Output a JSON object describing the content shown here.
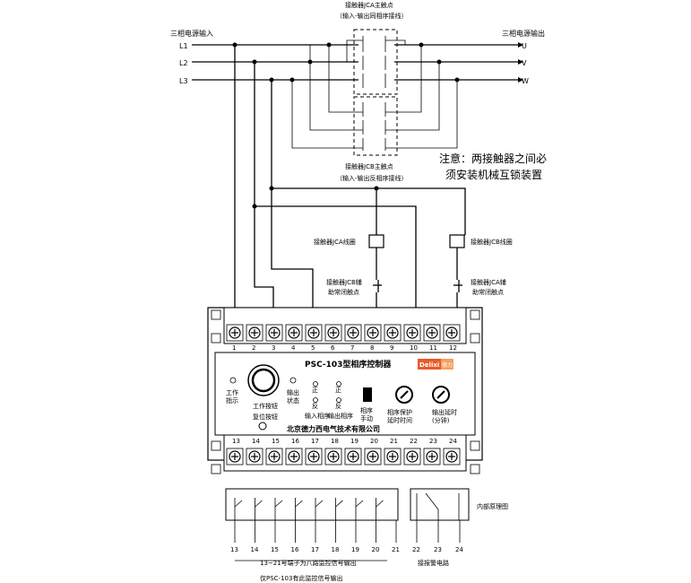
{
  "input": {
    "title": "三相电源输入",
    "lines": [
      "L1",
      "L2",
      "L3"
    ]
  },
  "output": {
    "title": "三相电源输出",
    "lines": [
      "U",
      "V",
      "W"
    ]
  },
  "jca_contact": {
    "title": "接触器JCA主触点",
    "subtitle": "（输入-输出同相序接线）"
  },
  "jcb_contact": {
    "title": "接触器JCB主触点",
    "subtitle": "（输入-输出反相序接线）"
  },
  "note": {
    "line1": "注意：两接触器之间必",
    "line2": "须安装机械互锁装置"
  },
  "coils": {
    "jca": "接触器JCA线圈",
    "jcb": "接触器JCB线圈"
  },
  "interlocks": {
    "left_line1": "接触器JCB辅",
    "left_line2": "助常闭触点",
    "right_line1": "接触器JCA辅",
    "right_line2": "助常闭触点"
  },
  "device": {
    "model": "PSC-103型相序控制器",
    "brand": "Delixi",
    "brand_badge": "德力",
    "company": "北京德力西电气技术有限公司",
    "top_terminals": [
      "1",
      "2",
      "3",
      "4",
      "5",
      "6",
      "7",
      "8",
      "9",
      "10",
      "11",
      "12"
    ],
    "bottom_terminals": [
      "13",
      "14",
      "15",
      "16",
      "17",
      "18",
      "19",
      "20",
      "21",
      "22",
      "23",
      "24"
    ],
    "indicators": {
      "work": [
        "工作",
        "指示"
      ],
      "output": [
        "输出",
        "状态"
      ],
      "mode_a": "输入相序",
      "mode_b": "输出相序",
      "switch": [
        "相序",
        "手动"
      ],
      "knob1": [
        "相序保护",
        "延时时间"
      ],
      "knob2": [
        "输出延时",
        "(分钟)"
      ],
      "knob_center": "工作按钮",
      "reset": "复位按钮",
      "led_a": [
        "正",
        "反"
      ],
      "led_b": [
        "正",
        "反"
      ]
    }
  },
  "internal": {
    "title": "内部原理图",
    "pins_left": [
      "13",
      "14",
      "15",
      "16",
      "17",
      "18",
      "19",
      "20",
      "21"
    ],
    "pins_right": [
      "22",
      "23",
      "24"
    ],
    "caption_left": "13~21号端子为八路监控信号输出",
    "caption_right": "接报警电路",
    "footnote": "仅PSC-103有此监控信号输出"
  }
}
